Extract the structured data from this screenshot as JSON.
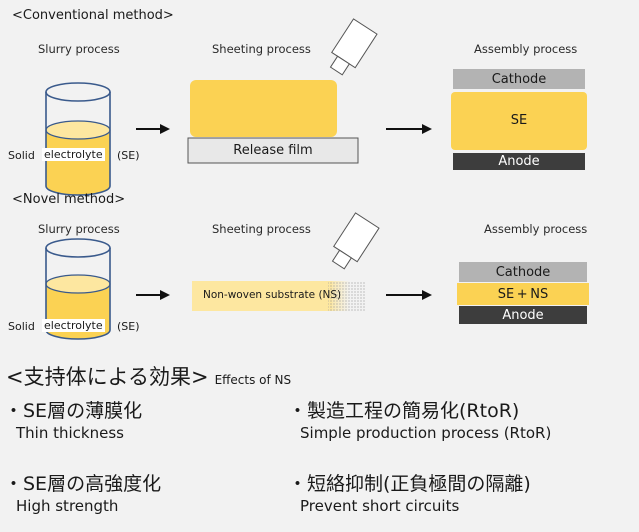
{
  "conventional": {
    "heading": "<Conventional method>",
    "slurry": "Slurry process",
    "sheeting": "Sheeting process",
    "assembly": "Assembly process",
    "solid": "Solid",
    "electrolyte": "electrolyte",
    "se_abbrev": "(SE)",
    "release_film": "Release film",
    "cathode": "Cathode",
    "se": "SE",
    "anode": "Anode"
  },
  "novel": {
    "heading": "<Novel method>",
    "slurry": "Slurry process",
    "sheeting": "Sheeting process",
    "assembly": "Assembly process",
    "solid": "Solid",
    "electrolyte": "electrolyte",
    "se_abbrev": "(SE)",
    "substrate": "Non-woven substrate (NS)",
    "cathode": "Cathode",
    "se_ns": "SE + NS",
    "anode": "Anode"
  },
  "effects": {
    "title_jp": "<支持体による効果>",
    "title_en": "Effects of NS",
    "items": [
      {
        "jp": "・SE層の薄膜化",
        "en": "Thin thickness"
      },
      {
        "jp": "・製造工程の簡易化(RtoR)",
        "en": "Simple production process (RtoR)"
      },
      {
        "jp": "・SE層の高強度化",
        "en": "High strength"
      },
      {
        "jp": "・短絡抑制(正負極間の隔離)",
        "en": "Prevent short circuits"
      }
    ]
  },
  "colors": {
    "electrolyte_yellow": "#fbd253",
    "slurry_light": "#fde7a0",
    "release_film": "#e8e8e8",
    "cathode_gray": "#b3b3b3",
    "anode_dark": "#3d3d3d"
  }
}
